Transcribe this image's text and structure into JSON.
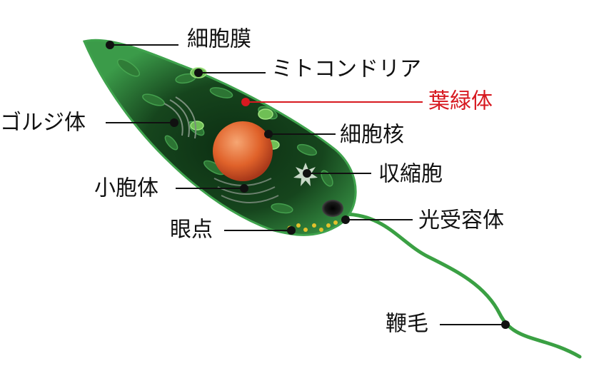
{
  "labels": {
    "cell_membrane": "細胞膜",
    "mitochondria": "ミトコンドリア",
    "chloroplast": "葉緑体",
    "golgi": "ゴルジ体",
    "nucleus": "細胞核",
    "contractile_vacuole": "収縮胞",
    "vesicle": "小胞体",
    "photoreceptor": "光受容体",
    "eyespot": "眼点",
    "flagellum": "鞭毛"
  },
  "colors": {
    "label_text": "#111111",
    "highlight_label": "#d71920",
    "cell_body": "#1f5c28",
    "cell_edge": "#3fa34d",
    "nucleus": "#e0622a",
    "eyespot": "#e3c12c"
  }
}
